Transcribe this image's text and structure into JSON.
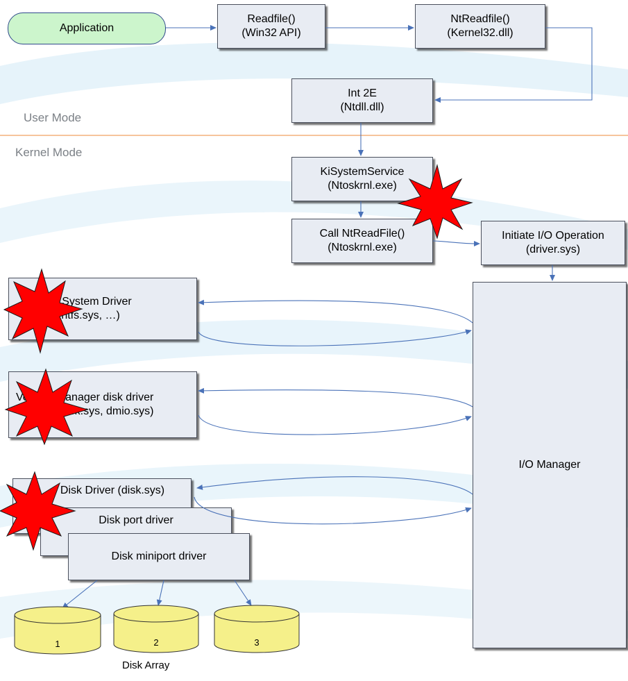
{
  "nodes": {
    "application": "Application",
    "readfile": {
      "line1": "Readfile()",
      "line2": "(Win32 API)"
    },
    "ntreadfile_k32": {
      "line1": "NtReadfile()",
      "line2": "(Kernel32.dll)"
    },
    "int2e": {
      "line1": "Int 2E",
      "line2": "(Ntdll.dll)"
    },
    "kisystemservice": {
      "line1": "KiSystemService",
      "line2": "(Ntoskrnl.exe)"
    },
    "call_ntreadfile": {
      "line1": "Call NtReadFile()",
      "line2": "(Ntoskrnl.exe)"
    },
    "initiate_io": {
      "line1": "Initiate I/O Operation",
      "line2": "(driver.sys)"
    },
    "file_system_driver": {
      "line1": "File System Driver",
      "line2": "(ntfs.sys, …)"
    },
    "volume_manager": {
      "line1": "Volume manager disk driver",
      "line2": "(ftdisk.sys, dmio.sys)"
    },
    "disk_driver": "Disk Driver (disk.sys)",
    "disk_port_driver": "Disk port driver",
    "disk_miniport_driver": "Disk miniport driver",
    "io_manager": "I/O Manager"
  },
  "modes": {
    "user": "User Mode",
    "kernel": "Kernel Mode"
  },
  "disks": [
    "1",
    "2",
    "3"
  ],
  "disk_array_label": "Disk Array",
  "colors": {
    "box_fill": "#e8ecf3",
    "arrow": "#4a72b8",
    "divider": "#f0a060",
    "pill_fill": "#ccf5cc",
    "disk_fill": "#f5f08a",
    "burst": "#ff0000"
  }
}
